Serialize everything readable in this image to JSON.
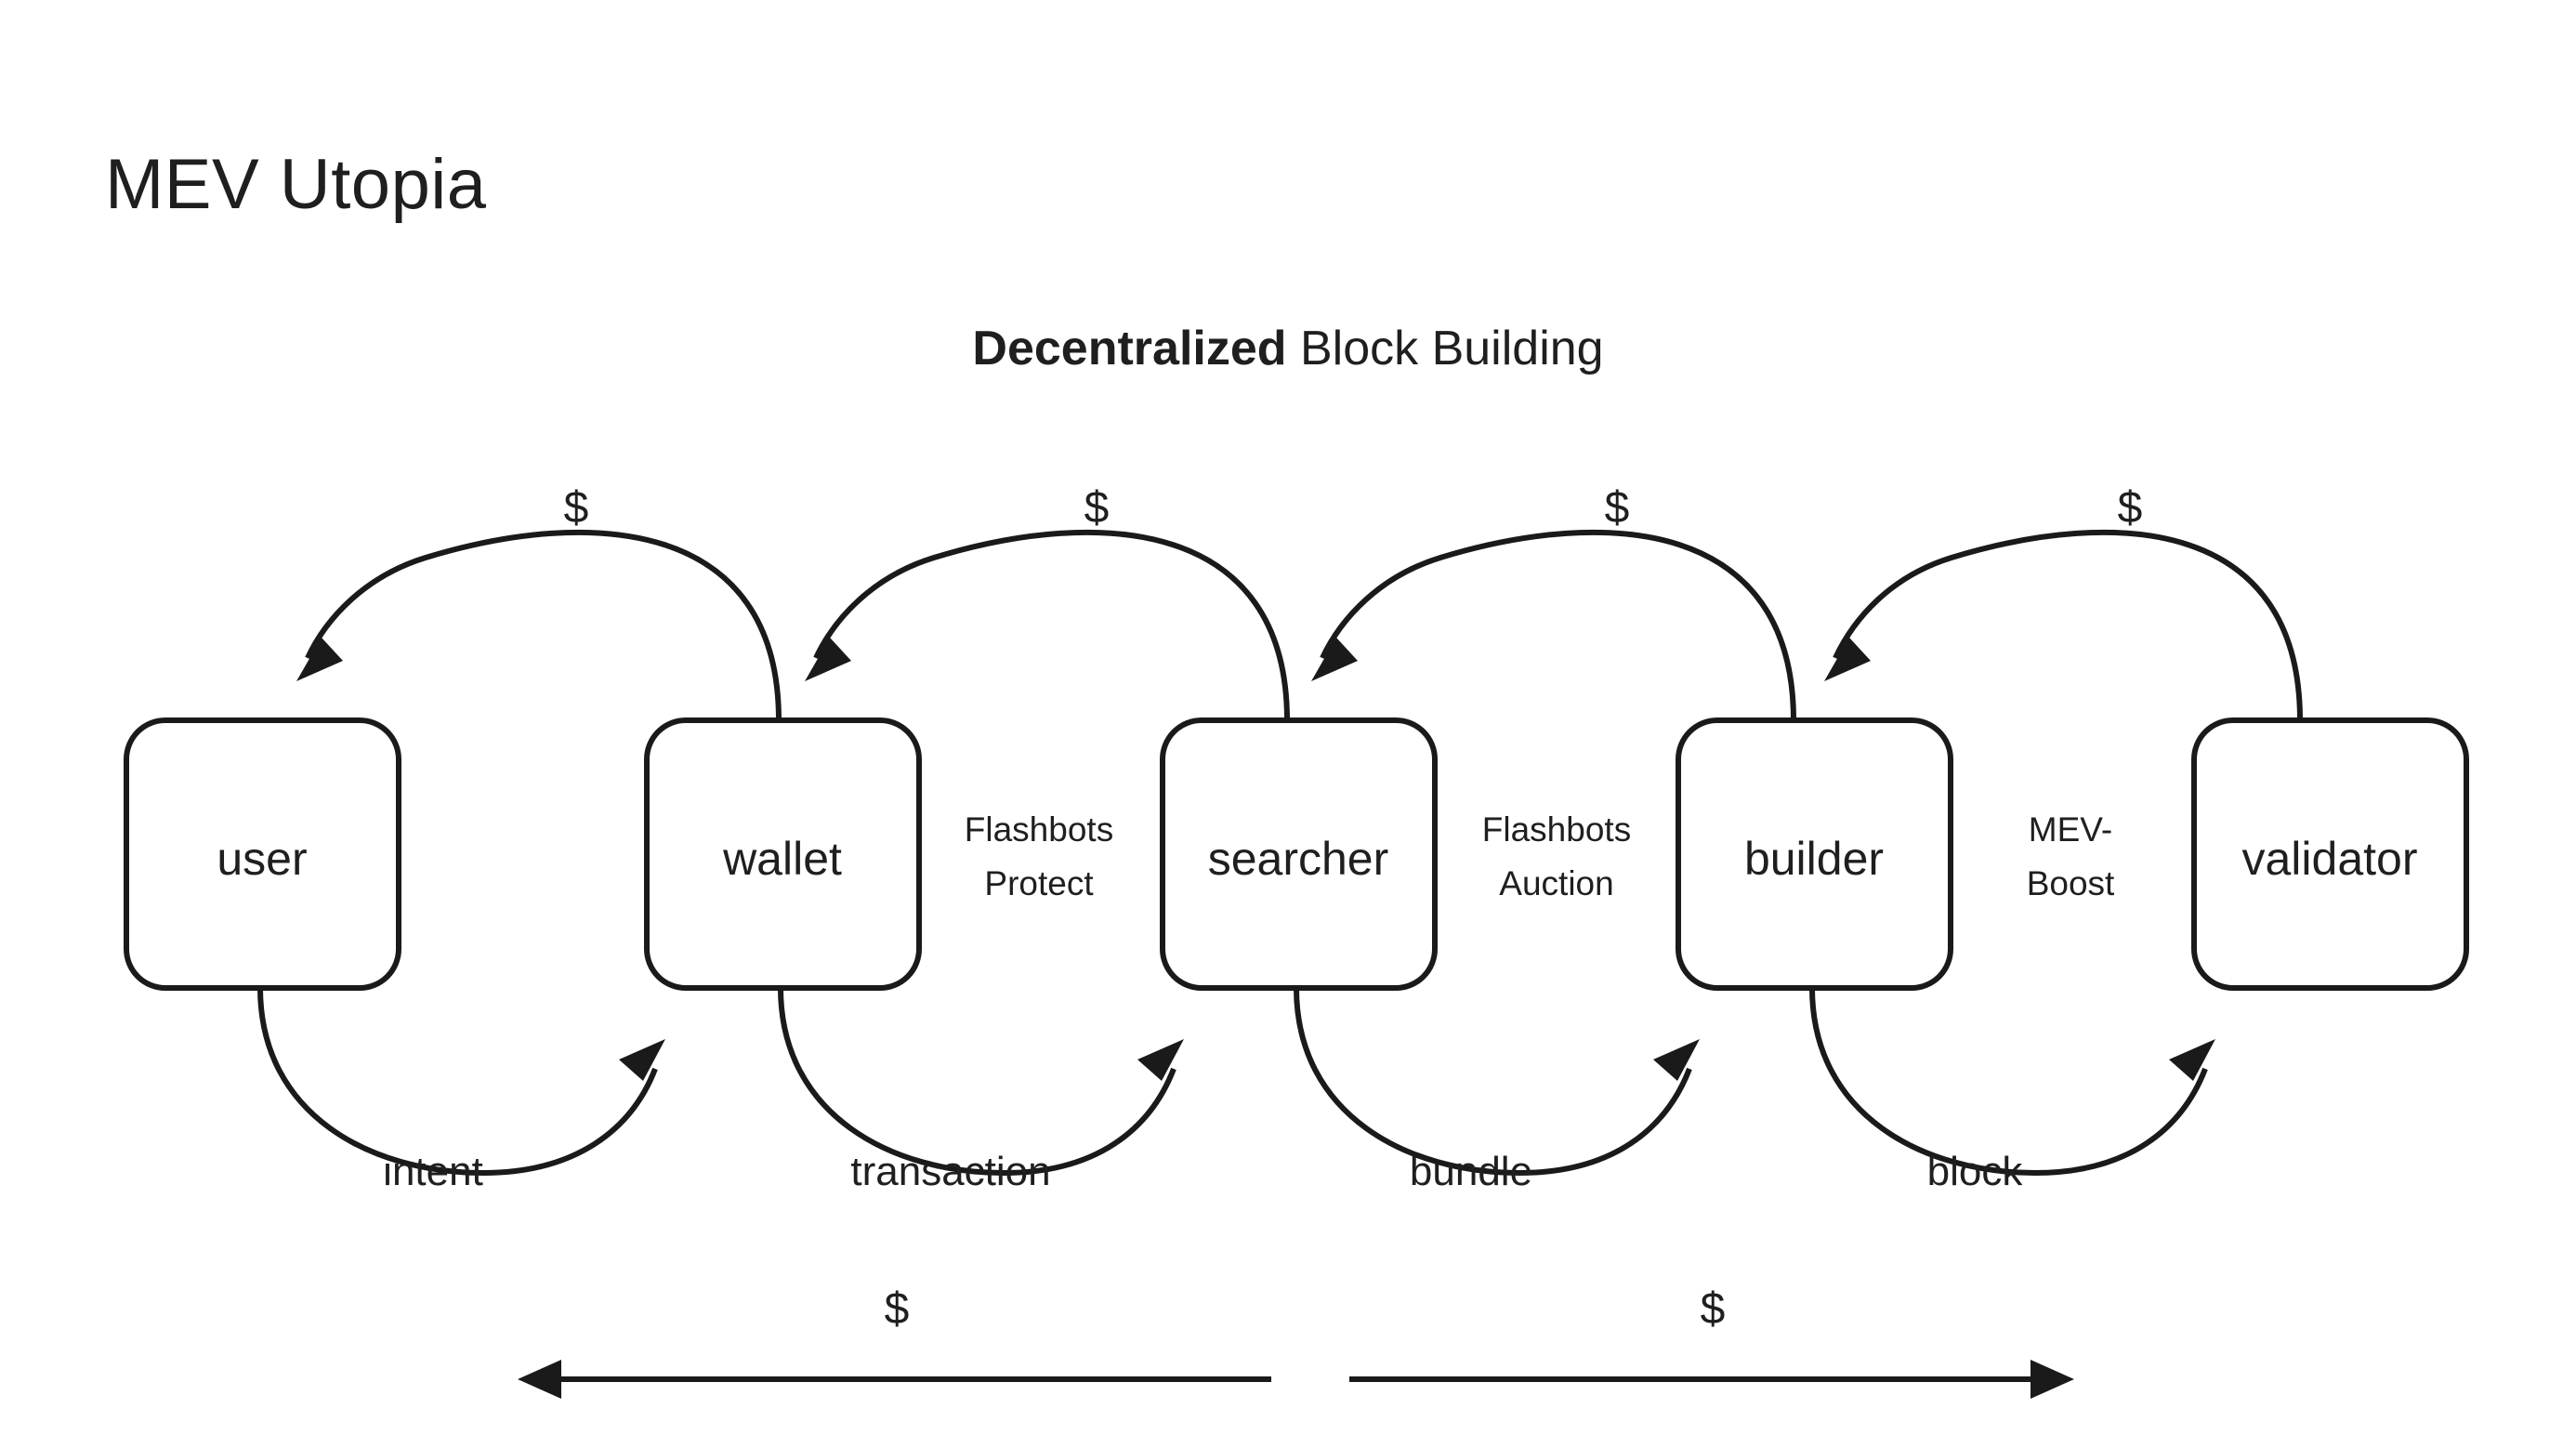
{
  "slide": {
    "title": "MEV Utopia",
    "heading": {
      "bold_part": "Decentralized",
      "rest_part": " Block Building"
    }
  },
  "diagram": {
    "type": "flow-pipeline",
    "nodes": [
      {
        "id": "user",
        "label": "user"
      },
      {
        "id": "wallet",
        "label": "wallet"
      },
      {
        "id": "searcher",
        "label": "searcher"
      },
      {
        "id": "builder",
        "label": "builder"
      },
      {
        "id": "validator",
        "label": "validator"
      }
    ],
    "forward_edges": [
      {
        "from": "user",
        "to": "wallet",
        "label": "intent"
      },
      {
        "from": "wallet",
        "to": "searcher",
        "label": "transaction"
      },
      {
        "from": "searcher",
        "to": "builder",
        "label": "bundle"
      },
      {
        "from": "builder",
        "to": "validator",
        "label": "block"
      }
    ],
    "return_edges": [
      {
        "from": "wallet",
        "to": "user",
        "label": "$"
      },
      {
        "from": "searcher",
        "to": "wallet",
        "label": "$"
      },
      {
        "from": "builder",
        "to": "searcher",
        "label": "$"
      },
      {
        "from": "validator",
        "to": "builder",
        "label": "$"
      }
    ],
    "interface_labels": [
      {
        "between": "wallet-searcher",
        "line1": "Flashbots",
        "line2": "Protect"
      },
      {
        "between": "searcher-builder",
        "line1": "Flashbots",
        "line2": "Auction"
      },
      {
        "between": "builder-validator",
        "line1": "MEV-",
        "line2": "Boost"
      }
    ],
    "span_arrows": [
      {
        "id": "left-span",
        "label": "$",
        "direction": "left"
      },
      {
        "id": "right-span",
        "label": "$",
        "direction": "right"
      }
    ]
  },
  "colors": {
    "ink": "#1a1a1a",
    "background": "#ffffff"
  }
}
